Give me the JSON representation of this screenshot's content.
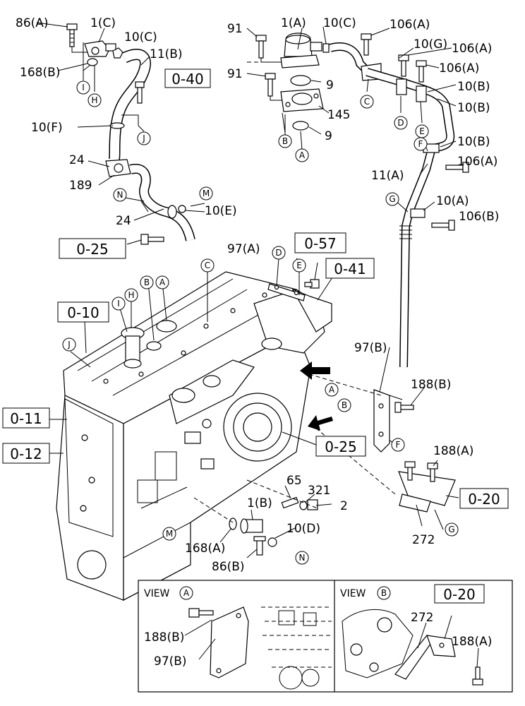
{
  "callouts": {
    "p86A": "86(A)",
    "p1C": "1(C)",
    "p10C_left": "10(C)",
    "p11B": "11(B)",
    "p168B": "168(B)",
    "p10F": "10(F)",
    "p24_top": "24",
    "p189": "189",
    "p24_bottom": "24",
    "p10E": "10(E)",
    "p91_top": "91",
    "p91_bottom": "91",
    "p1A": "1(A)",
    "p10C_right": "10(C)",
    "p106A_1": "106(A)",
    "p10G": "10(G)",
    "p106A_2": "106(A)",
    "p106A_3": "106(A)",
    "p9_top": "9",
    "p145": "145",
    "p9_bottom": "9",
    "p10B_1": "10(B)",
    "p10B_2": "10(B)",
    "p10B_3": "10(B)",
    "p106A_4": "106(A)",
    "p11A": "11(A)",
    "p10A": "10(A)",
    "p106B": "106(B)",
    "p97A": "97(A)",
    "p97B": "97(B)",
    "p188B": "188(B)",
    "p188A": "188(A)",
    "p65": "65",
    "p321": "321",
    "p2": "2",
    "p1B": "1(B)",
    "p10D": "10(D)",
    "p168A": "168(A)",
    "p86B": "86(B)",
    "p272": "272"
  },
  "references": {
    "r040": "0-40",
    "r025_top": "0-25",
    "r057": "0-57",
    "r041": "0-41",
    "r010": "0-10",
    "r011": "0-11",
    "r012": "0-12",
    "r025_mid": "0-25",
    "r020": "0-20"
  },
  "markers": {
    "A": "A",
    "B": "B",
    "C": "C",
    "D": "D",
    "E": "E",
    "F": "F",
    "G": "G",
    "H": "H",
    "I": "I",
    "J": "J",
    "M": "M",
    "N": "N"
  },
  "views": {
    "viewA": {
      "title": "VIEW",
      "marker": "A",
      "p188B": "188(B)",
      "p97B": "97(B)"
    },
    "viewB": {
      "title": "VIEW",
      "marker": "B",
      "ref020": "0-20",
      "p272": "272",
      "p188A": "188(A)"
    }
  }
}
